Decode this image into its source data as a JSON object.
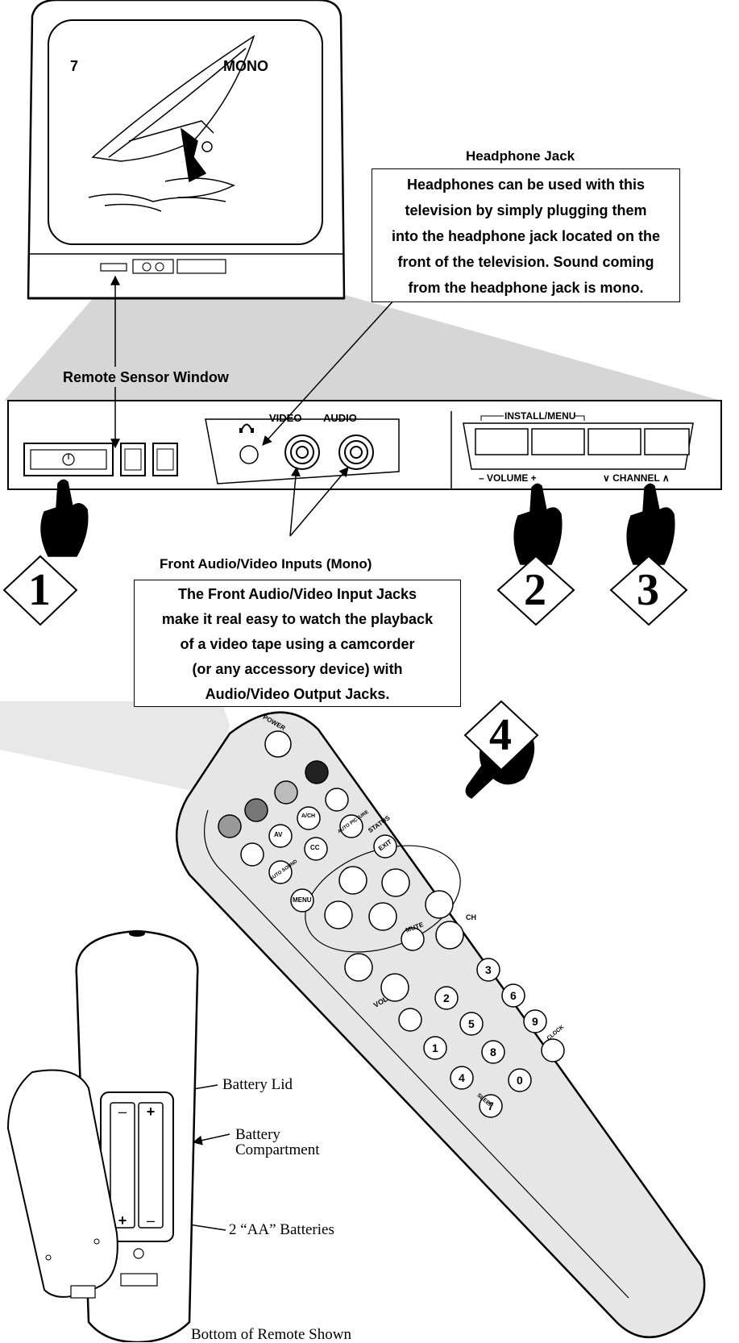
{
  "tv": {
    "channel": "7",
    "sound_mode": "MONO"
  },
  "headphone_jack": {
    "title": "Headphone Jack",
    "lines": [
      "Headphones can be used with this",
      "television by simply plugging them",
      "into the headphone jack located on the",
      "front of the television. Sound coming",
      "from the headphone jack is mono."
    ]
  },
  "remote_sensor_window": {
    "label": "Remote Sensor Window"
  },
  "front_panel": {
    "video_label": "VIDEO",
    "audio_label": "AUDIO",
    "install_menu_label": "INSTALL/MENU",
    "volume_label": "–  VOLUME  +",
    "channel_label": "∨   CHANNEL   ∧"
  },
  "front_av_inputs": {
    "title": "Front Audio/Video Inputs (Mono)",
    "lines": [
      "The Front Audio/Video Input Jacks",
      "make it real easy to watch the playback",
      "of a video tape using a camcorder",
      "(or any accessory device) with",
      "Audio/Video Output Jacks."
    ]
  },
  "steps": [
    "1",
    "2",
    "3",
    "4"
  ],
  "remote": {
    "power": "POWER",
    "av": "AV",
    "ach": "A/CH",
    "auto_picture": "AUTO PICTURE",
    "cc": "CC",
    "auto_sound": "AUTO SOUND",
    "status": "STATUS",
    "exit": "EXIT",
    "menu": "MENU",
    "mute": "MUTE",
    "ch": "CH",
    "vol": "VOL",
    "clock": "CLOCK",
    "sleep": "SLEEP",
    "digits": [
      "1",
      "2",
      "3",
      "4",
      "5",
      "6",
      "7",
      "8",
      "9",
      "0"
    ]
  },
  "battery": {
    "lid_label": "Battery Lid",
    "compartment_label_1": "Battery",
    "compartment_label_2": "Compartment",
    "batteries_label": "2 “AA” Batteries",
    "bottom_label": "Bottom of Remote Shown"
  }
}
